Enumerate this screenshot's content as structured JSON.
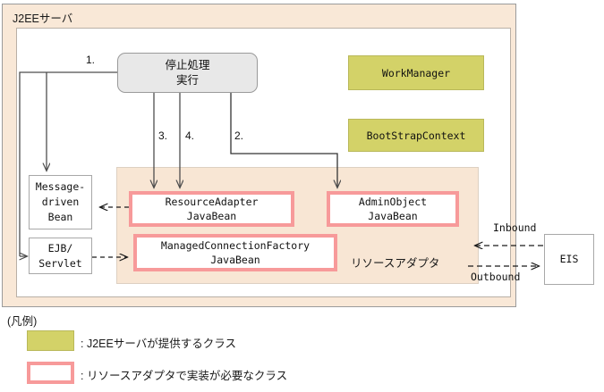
{
  "diagram": {
    "server": {
      "label": "J2EEサーバ"
    },
    "process_box": {
      "label": "停止処理\n実行"
    },
    "resource_adapter": {
      "label": "リソースアダプタ"
    },
    "client_boxes": [
      {
        "name": "message-driven-bean",
        "label": "Message-\ndriven\nBean"
      },
      {
        "name": "ejb-servlet",
        "label": "EJB/\nServlet"
      }
    ],
    "external_system": {
      "label": "EIS"
    },
    "server_provided_classes": [
      {
        "name": "workmanager",
        "label": "WorkManager"
      },
      {
        "name": "bootstrapcontext",
        "label": "BootStrapContext"
      }
    ],
    "ra_implemented_classes": [
      {
        "name": "resourceadapter-javabean",
        "label": "ResourceAdapter\nJavaBean"
      },
      {
        "name": "adminobject-javabean",
        "label": "AdminObject\nJavaBean"
      },
      {
        "name": "managedconnectionfactory-javabean",
        "label": "ManagedConnectionFactory\nJavaBean"
      }
    ],
    "steps": [
      {
        "name": "step-1",
        "label": "1."
      },
      {
        "name": "step-2",
        "label": "2."
      },
      {
        "name": "step-3",
        "label": "3."
      },
      {
        "name": "step-4",
        "label": "4."
      }
    ],
    "flows": [
      {
        "name": "inbound",
        "label": "Inbound"
      },
      {
        "name": "outbound",
        "label": "Outbound"
      }
    ],
    "legend": {
      "title": "(凡例)",
      "items": [
        {
          "name": "legend-server-provided",
          "swatch": "yellow-green-filled",
          "text": ": J2EEサーバが提供するクラス"
        },
        {
          "name": "legend-ra-implemented",
          "swatch": "pink-outlined",
          "text": ": リソースアダプタで実装が必要なクラス"
        }
      ]
    },
    "colors": {
      "server_band": "#f9e8d7",
      "resource_adapter_bg": "#f8e6d4",
      "server_provided": "#d3d268",
      "ra_implemented_border": "#f79a9a",
      "process_box": "#e8e8e8",
      "line": "#4d4d4d"
    }
  }
}
